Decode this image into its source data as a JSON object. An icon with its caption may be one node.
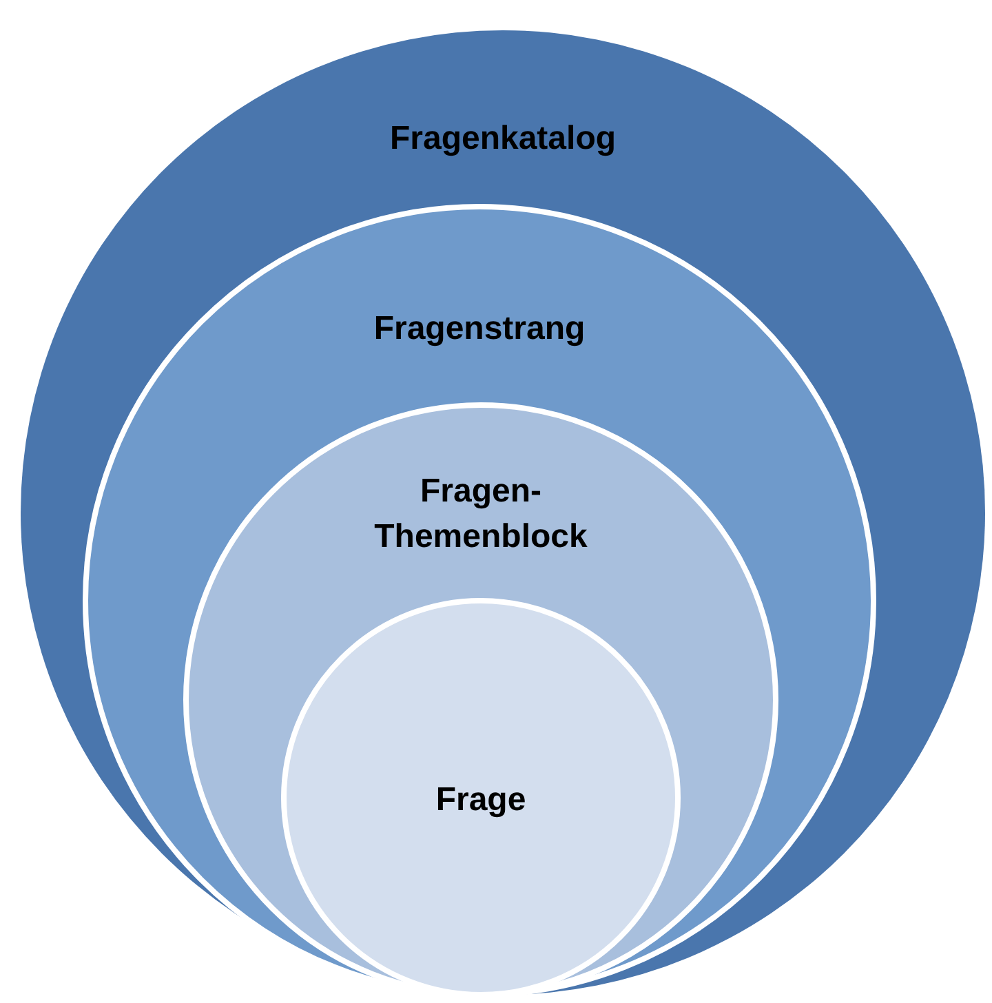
{
  "diagram": {
    "nodes": [
      {
        "text": [
          "Fragenkatalog"
        ]
      },
      {
        "text": [
          "Fragenstrang"
        ],
        "in": 0
      },
      {
        "text": [
          "Fragen- Themenblock"
        ],
        "in": 1
      },
      {
        "text": [
          "Frage"
        ],
        "in": 2
      }
    ]
  }
}
